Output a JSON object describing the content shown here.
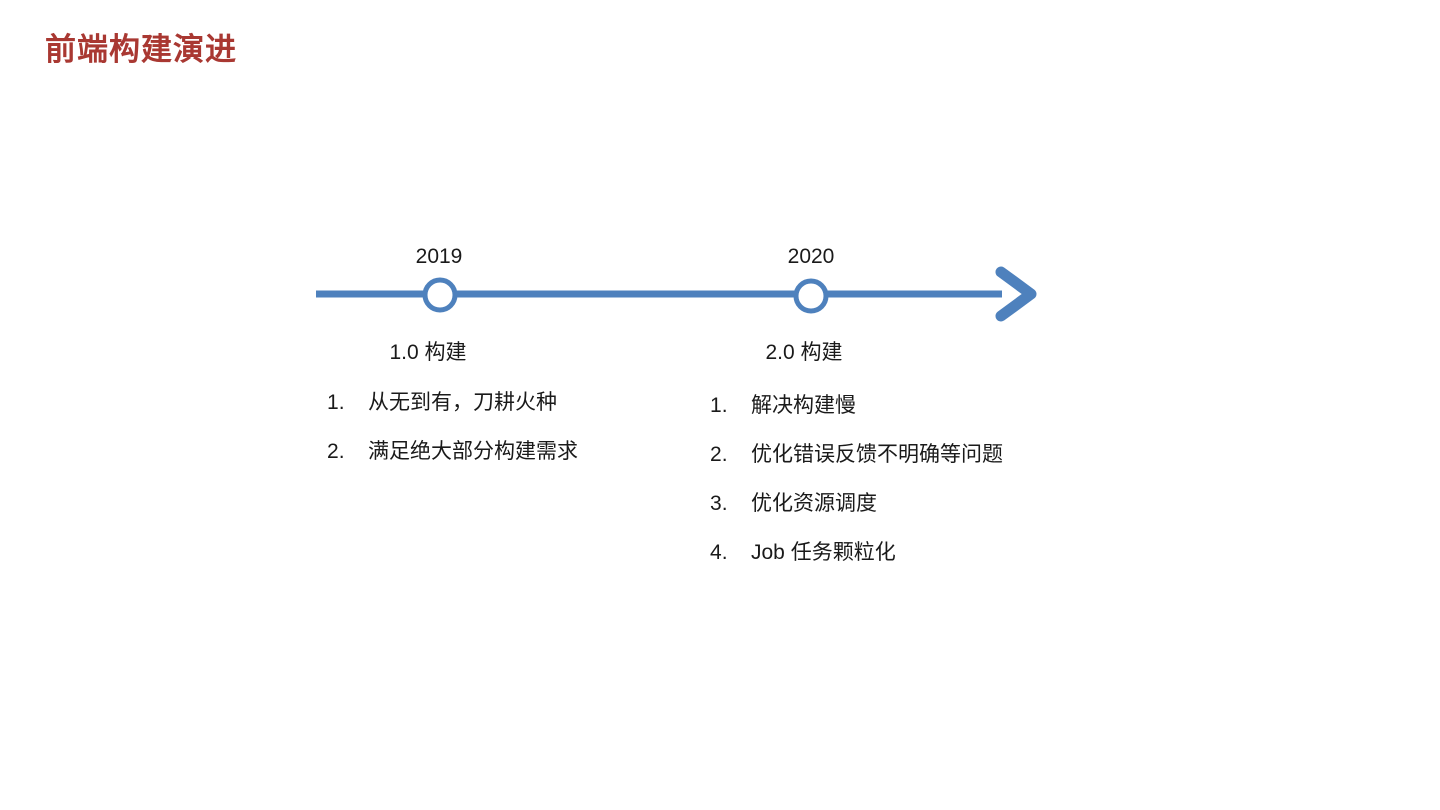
{
  "page": {
    "title": "前端构建演进"
  },
  "colors": {
    "title_red": "#a93832",
    "timeline_blue": "#4e81bd",
    "text": "#1a1a1a",
    "background": "#ffffff"
  },
  "timeline": {
    "direction": "left-to-right-arrow",
    "milestones": [
      {
        "year": "2019",
        "label": "1.0 构建",
        "items": [
          "从无到有，刀耕火种",
          "满足绝大部分构建需求"
        ]
      },
      {
        "year": "2020",
        "label": "2.0 构建",
        "items": [
          "解决构建慢",
          "优化错误反馈不明确等问题",
          "优化资源调度",
          "Job 任务颗粒化"
        ]
      }
    ]
  }
}
